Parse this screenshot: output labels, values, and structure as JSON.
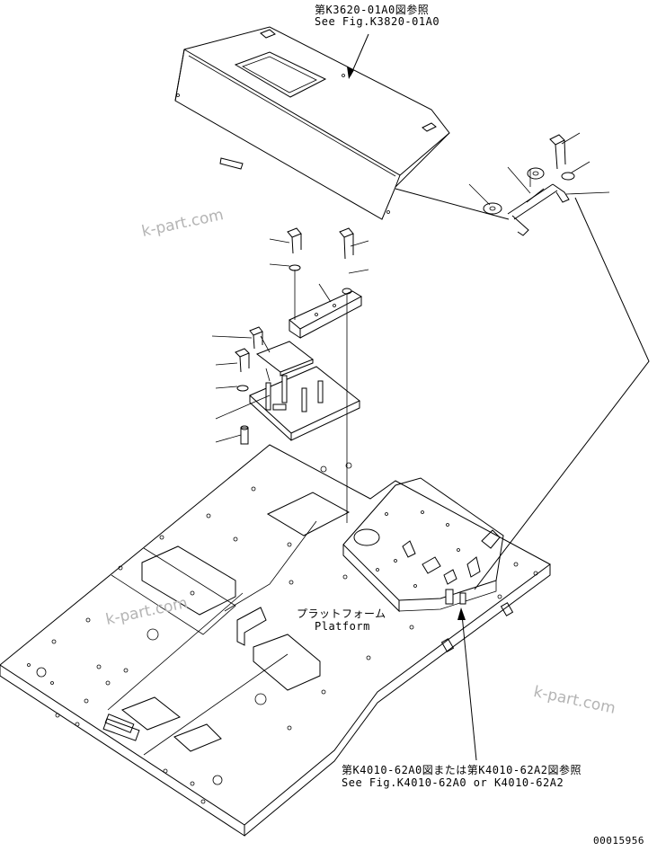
{
  "annotations": {
    "top_ref_jp": "第K3620-01A0図参照",
    "top_ref_en": "See Fig.K3820-01A0",
    "platform_jp": "プラットフォーム",
    "platform_en": "Platform",
    "bottom_ref_jp": "第K4010-62A0図または第K4010-62A2図参照",
    "bottom_ref_en": "See Fig.K4010-62A0 or K4010-62A2",
    "drawing_number": "00015956"
  },
  "watermarks": [
    "k-part.com",
    "k-part.com",
    "k-part.com"
  ]
}
